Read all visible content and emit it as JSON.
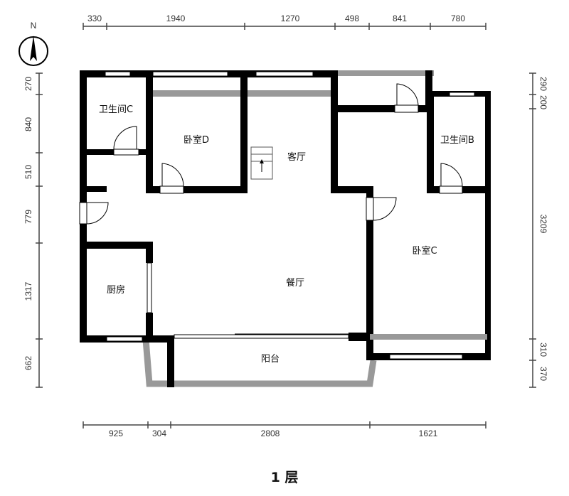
{
  "compass": {
    "label": "N"
  },
  "dimensions": {
    "top": [
      "330",
      "1940",
      "1270",
      "498",
      "841",
      "780"
    ],
    "bottom": [
      "925",
      "304",
      "2808",
      "1621"
    ],
    "left": [
      "270",
      "840",
      "510",
      "779",
      "1317",
      "662"
    ],
    "right": [
      "290",
      "200",
      "3209",
      "310",
      "370"
    ]
  },
  "rooms": {
    "bath_c": "卫生间C",
    "bedroom_d": "卧室D",
    "living": "客厅",
    "bath_b": "卫生间B",
    "bedroom_c": "卧室C",
    "dining": "餐厅",
    "kitchen": "厨房",
    "balcony": "阳台"
  },
  "floor_label": "1 层"
}
